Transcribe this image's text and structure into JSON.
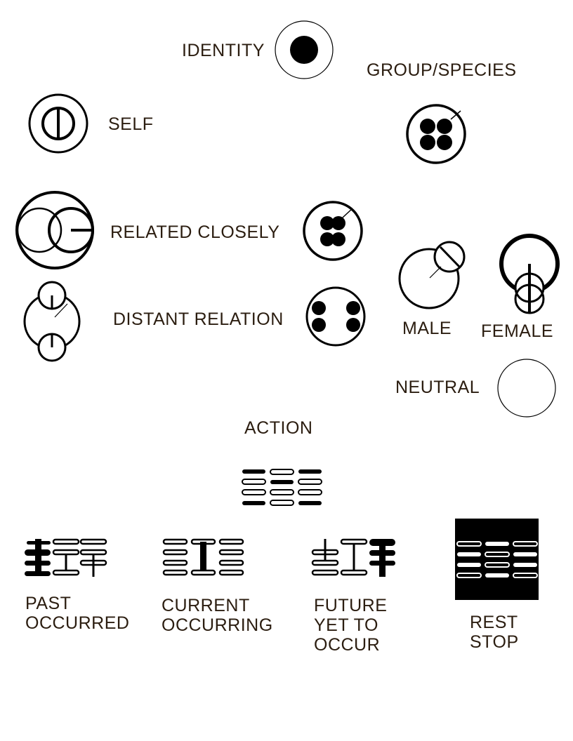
{
  "labels": {
    "identity": "IDENTITY",
    "group_species": "GROUP/SPECIES",
    "self": "SELF",
    "related_closely": "RELATED CLOSELY",
    "distant_relation": "DISTANT RELATION",
    "male": "MALE",
    "female": "FEMALE",
    "neutral": "NEUTRAL",
    "action": "ACTION",
    "past": [
      "PAST",
      "OCCURRED"
    ],
    "current": [
      "CURRENT",
      "OCCURRING"
    ],
    "future": [
      "FUTURE",
      "YET TO",
      "OCCUR"
    ],
    "rest": [
      "REST",
      "STOP"
    ]
  },
  "colors": {
    "ink": "#000000",
    "label": "#2b1d10",
    "background": "#ffffff"
  }
}
